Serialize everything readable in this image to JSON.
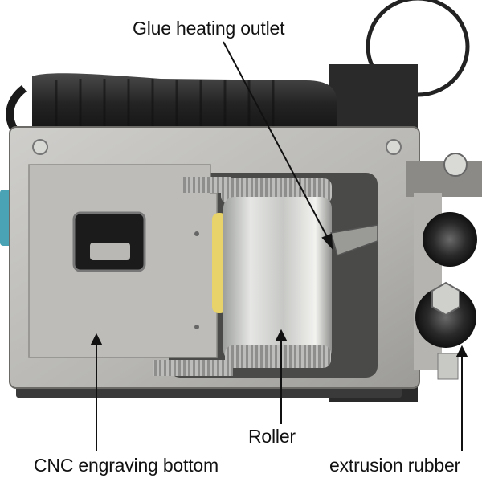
{
  "labels": {
    "glue_heating_outlet": "Glue heating outlet",
    "roller": "Roller",
    "cnc_engraving_bottom": "CNC engraving bottom",
    "extrusion_rubber": "extrusion rubber"
  },
  "colors": {
    "background": "#ffffff",
    "plate": "#b9b8b4",
    "handle": "#2b2b2b",
    "roller": "#cfd0cc",
    "accent_blue": "#4aa3b5",
    "accent_yellow": "#e7d36a"
  }
}
